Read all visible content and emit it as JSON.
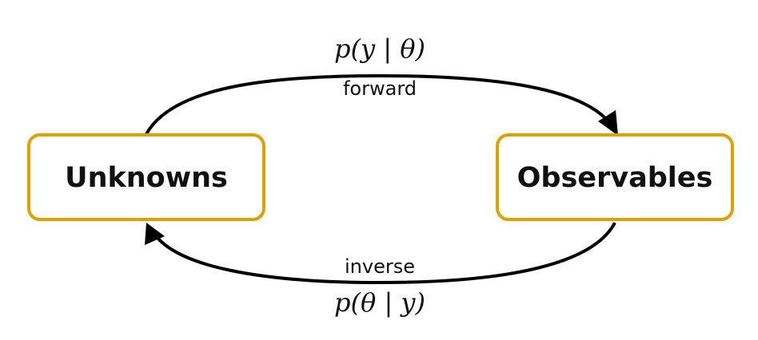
{
  "nodes": {
    "left": {
      "label": "Unknowns"
    },
    "right": {
      "label": "Observables"
    }
  },
  "edges": {
    "forward": {
      "label": "forward",
      "formula": "p(y | θ)"
    },
    "inverse": {
      "label": "inverse",
      "formula": "p(θ | y)"
    }
  },
  "colors": {
    "box_border": "#E0A100",
    "arrow": "#000000",
    "text": "#111111"
  }
}
